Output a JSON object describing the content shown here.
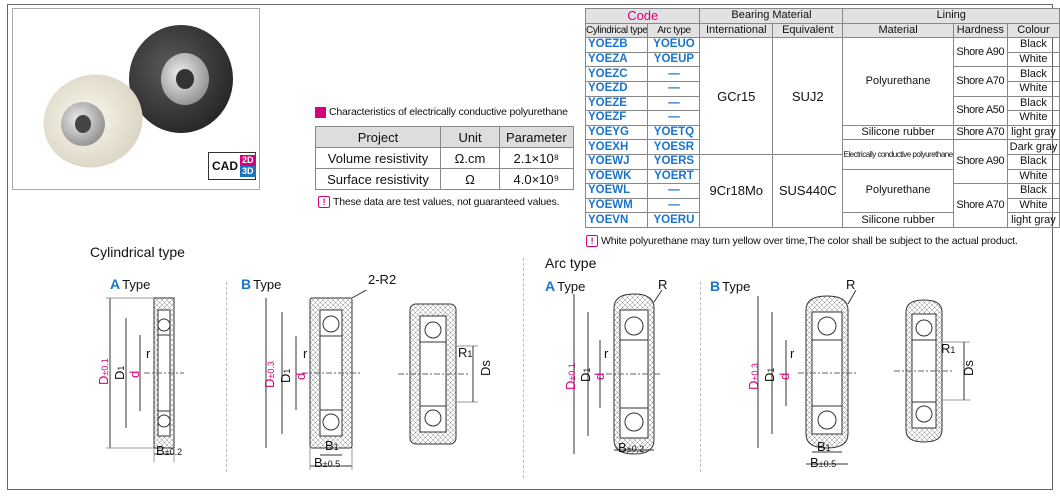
{
  "product_photo": {
    "cad_label": "CAD",
    "cad_2d": "2D",
    "cad_3d": "3D"
  },
  "characteristics": {
    "title": "Characteristics of electrically conductive polyurethane",
    "headers": [
      "Project",
      "Unit",
      "Parameter"
    ],
    "rows": [
      {
        "project": "Volume resistivity",
        "unit": "Ω.cm",
        "parameter": "2.1×10⁸"
      },
      {
        "project": "Surface resistivity",
        "unit": "Ω",
        "parameter": "4.0×10⁹"
      }
    ],
    "note": "These data are test values, not guaranteed values."
  },
  "bearing_table": {
    "h_code": "Code",
    "h_bearing_material": "Bearing Material",
    "h_lining": "Lining",
    "h_cyl": "Cylindrical type",
    "h_arc": "Arc type",
    "h_international": "International",
    "h_equivalent": "Equivalent",
    "h_material": "Material",
    "h_hardness": "Hardness",
    "h_colour": "Colour",
    "cyl_codes": [
      "YOEZB",
      "YOEZA",
      "YOEZC",
      "YOEZD",
      "YOEZE",
      "YOEZF",
      "YOEYG",
      "YOEXH",
      "YOEWJ",
      "YOEWK",
      "YOEWL",
      "YOEWM",
      "YOEVN"
    ],
    "arc_codes": [
      "YOEUO",
      "YOEUP",
      "—",
      "—",
      "—",
      "—",
      "YOETQ",
      "YOESR",
      "YOERS",
      "YOERT",
      "—",
      "—",
      "YOERU"
    ],
    "intl_1": "GCr15",
    "equiv_1": "SUJ2",
    "intl_2": "9Cr18Mo",
    "equiv_2": "SUS440C",
    "mat_pu": "Polyurethane",
    "mat_si": "Silicone rubber",
    "mat_cpu": "Electrically conductive polyurethane",
    "mat_pu2": "Polyurethane",
    "mat_si2": "Silicone rubber",
    "hard_a90": "Shore A90",
    "hard_a70": "Shore A70",
    "hard_a50": "Shore A50",
    "hard_a70b": "Shore A70",
    "hard_a90b": "Shore A90",
    "hard_a70c": "Shore A70",
    "colours": [
      "Black",
      "White",
      "Black",
      "White",
      "Black",
      "White",
      "light gray",
      "Dark gray",
      "Black",
      "White",
      "Black",
      "White",
      "light gray"
    ],
    "note": "White polyurethane may turn yellow over time,The color shall be subject to the actual product."
  },
  "drawings": {
    "cyl_title": "Cylindrical type",
    "arc_title": "Arc type",
    "type_a_letter": "A",
    "type_b_letter": "B",
    "type_word": "Type",
    "r2": "2-R2",
    "r": "R",
    "D": "D",
    "D_tol_1": "±0.1",
    "D_tol_3": "±0.3",
    "D1": "D",
    "D1_sub": "1",
    "d": "d",
    "small_r": "r",
    "B": "B",
    "B_tol_2": "±0.2",
    "B_tol_5": "±0.5",
    "B1": "B",
    "B1_sub": "1",
    "R1": "R",
    "R1_sub": "1",
    "Ds": "Ds"
  }
}
